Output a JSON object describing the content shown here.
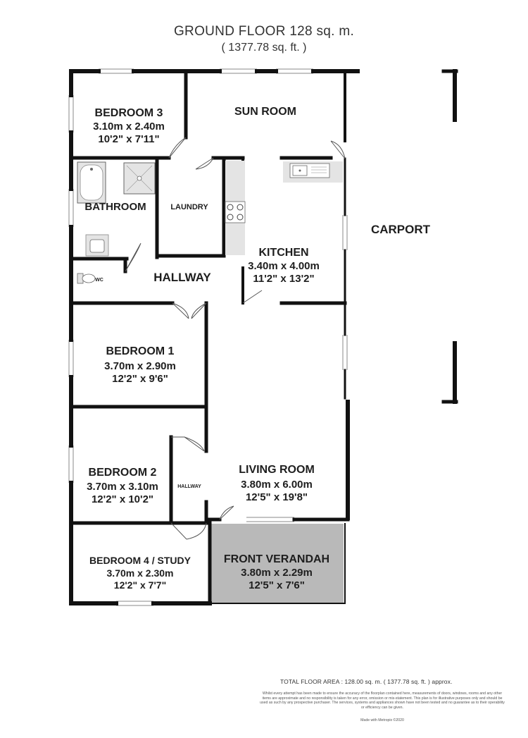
{
  "header": {
    "title": "GROUND FLOOR 128 sq. m.",
    "subtitle": "( 1377.78 sq. ft. )"
  },
  "rooms": {
    "bedroom3": {
      "name": "BEDROOM 3",
      "metric": "3.10m x 2.40m",
      "imperial": "10'2\" x 7'11\""
    },
    "sunroom": {
      "name": "SUN ROOM"
    },
    "bathroom": {
      "name": "BATHROOM"
    },
    "laundry": {
      "name": "LAUNDRY"
    },
    "wc": {
      "name": "WC"
    },
    "kitchen": {
      "name": "KITCHEN",
      "metric": "3.40m x 4.00m",
      "imperial": "11'2\" x 13'2\""
    },
    "hallway": {
      "name": "HALLWAY"
    },
    "carport": {
      "name": "CARPORT"
    },
    "bedroom1": {
      "name": "BEDROOM 1",
      "metric": "3.70m x 2.90m",
      "imperial": "12'2\" x 9'6\""
    },
    "bedroom2": {
      "name": "BEDROOM 2",
      "metric": "3.70m x 3.10m",
      "imperial": "12'2\" x 10'2\""
    },
    "hallway_small": {
      "name": "HALLWAY"
    },
    "living": {
      "name": "LIVING ROOM",
      "metric": "3.80m x 6.00m",
      "imperial": "12'5\" x 19'8\""
    },
    "bedroom4": {
      "name": "BEDROOM 4 / STUDY",
      "metric": "3.70m x 2.30m",
      "imperial": "12'2\" x 7'7\""
    },
    "verandah": {
      "name": "FRONT VERANDAH",
      "metric": "3.80m x 2.29m",
      "imperial": "12'5\" x 7'6\""
    }
  },
  "colors": {
    "wall": "#111111",
    "verandah_fill": "#b9b9b9",
    "fixture_fill": "#e4e4e4",
    "window": "#888888"
  },
  "footer": {
    "total_area": "TOTAL FLOOR AREA : 128.00 sq. m. ( 1377.78 sq. ft. ) approx.",
    "disclaimer": "Whilst every attempt has been made to ensure the accuracy of the floorplan contained here, measurements of doors, windows, rooms and any other items are approximate and no responsibility is taken for any error, omission or mis-statement. This plan is for illustrative purposes only and should be used as such by any prospective purchaser. The services, systems and appliances shown have not been tested and no guarantee as to their operability or efficiency can be given.",
    "made_with": "Made with Metropix ©2020"
  }
}
